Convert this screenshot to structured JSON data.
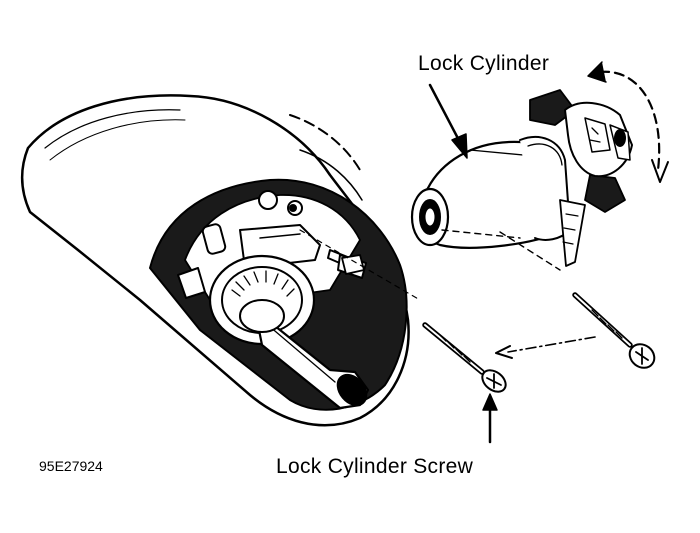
{
  "diagram": {
    "labels": {
      "lock_cylinder": "Lock Cylinder",
      "lock_cylinder_screw": "Lock Cylinder Screw",
      "figure_code": "95E27924"
    },
    "colors": {
      "ink": "#000000",
      "paper": "#ffffff"
    }
  }
}
